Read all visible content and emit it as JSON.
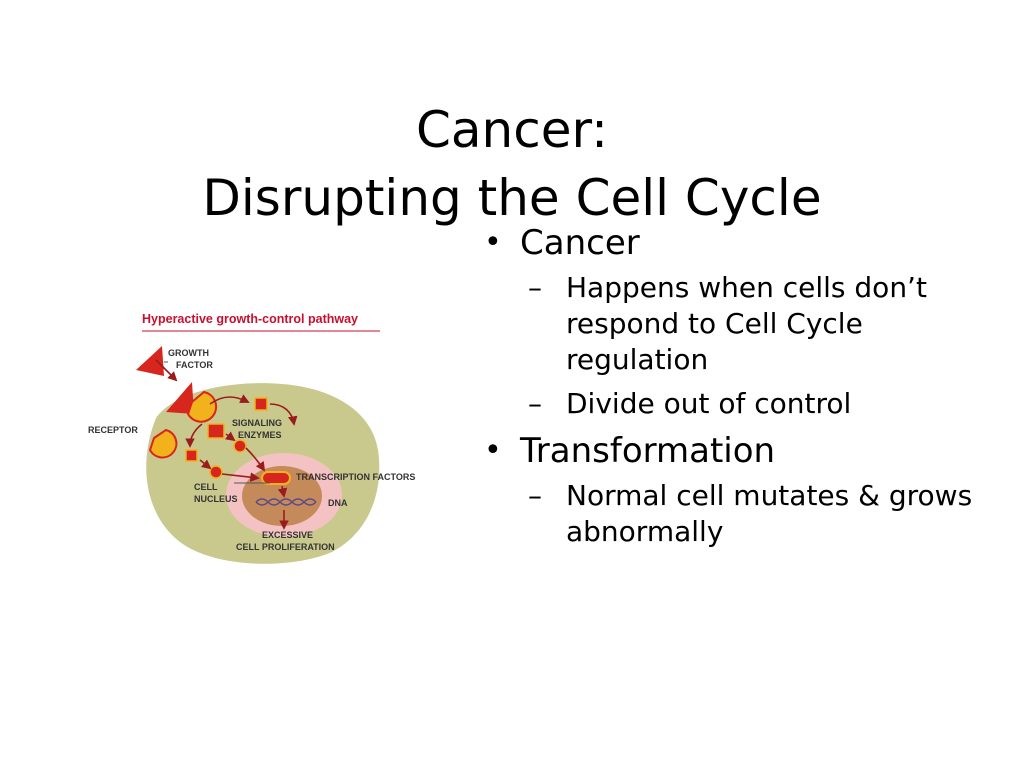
{
  "slide": {
    "title_line1": "Cancer:",
    "title_line2": "Disrupting the Cell Cycle"
  },
  "bullets": [
    {
      "text": "Cancer",
      "sub": [
        "Happens when cells don’t respond to Cell Cycle regulation",
        "Divide out of control"
      ]
    },
    {
      "text": "Transformation",
      "sub": [
        "Normal cell mutates & grows abnormally"
      ]
    }
  ],
  "figure": {
    "heading": "Hyperactive growth-control pathway",
    "labels": {
      "growth_factor_1": "GROWTH",
      "growth_factor_2": "FACTOR",
      "receptor": "RECEPTOR",
      "signaling_1": "SIGNALING",
      "signaling_2": "ENZYMES",
      "transcription": "TRANSCRIPTION FACTORS",
      "cell_1": "CELL",
      "cell_2": "NUCLEUS",
      "dna": "DNA",
      "excessive_1": "EXCESSIVE",
      "excessive_2": "CELL PROLIFERATION"
    },
    "colors": {
      "heading": "#c8102e",
      "cell_body": "#c9c98e",
      "nucleus_outer": "#f4c2c2",
      "nucleus_inner": "#c48a5a",
      "arrow": "#9b1c1c",
      "shape_red": "#d7261e",
      "shape_yellow": "#f2b21b"
    }
  }
}
